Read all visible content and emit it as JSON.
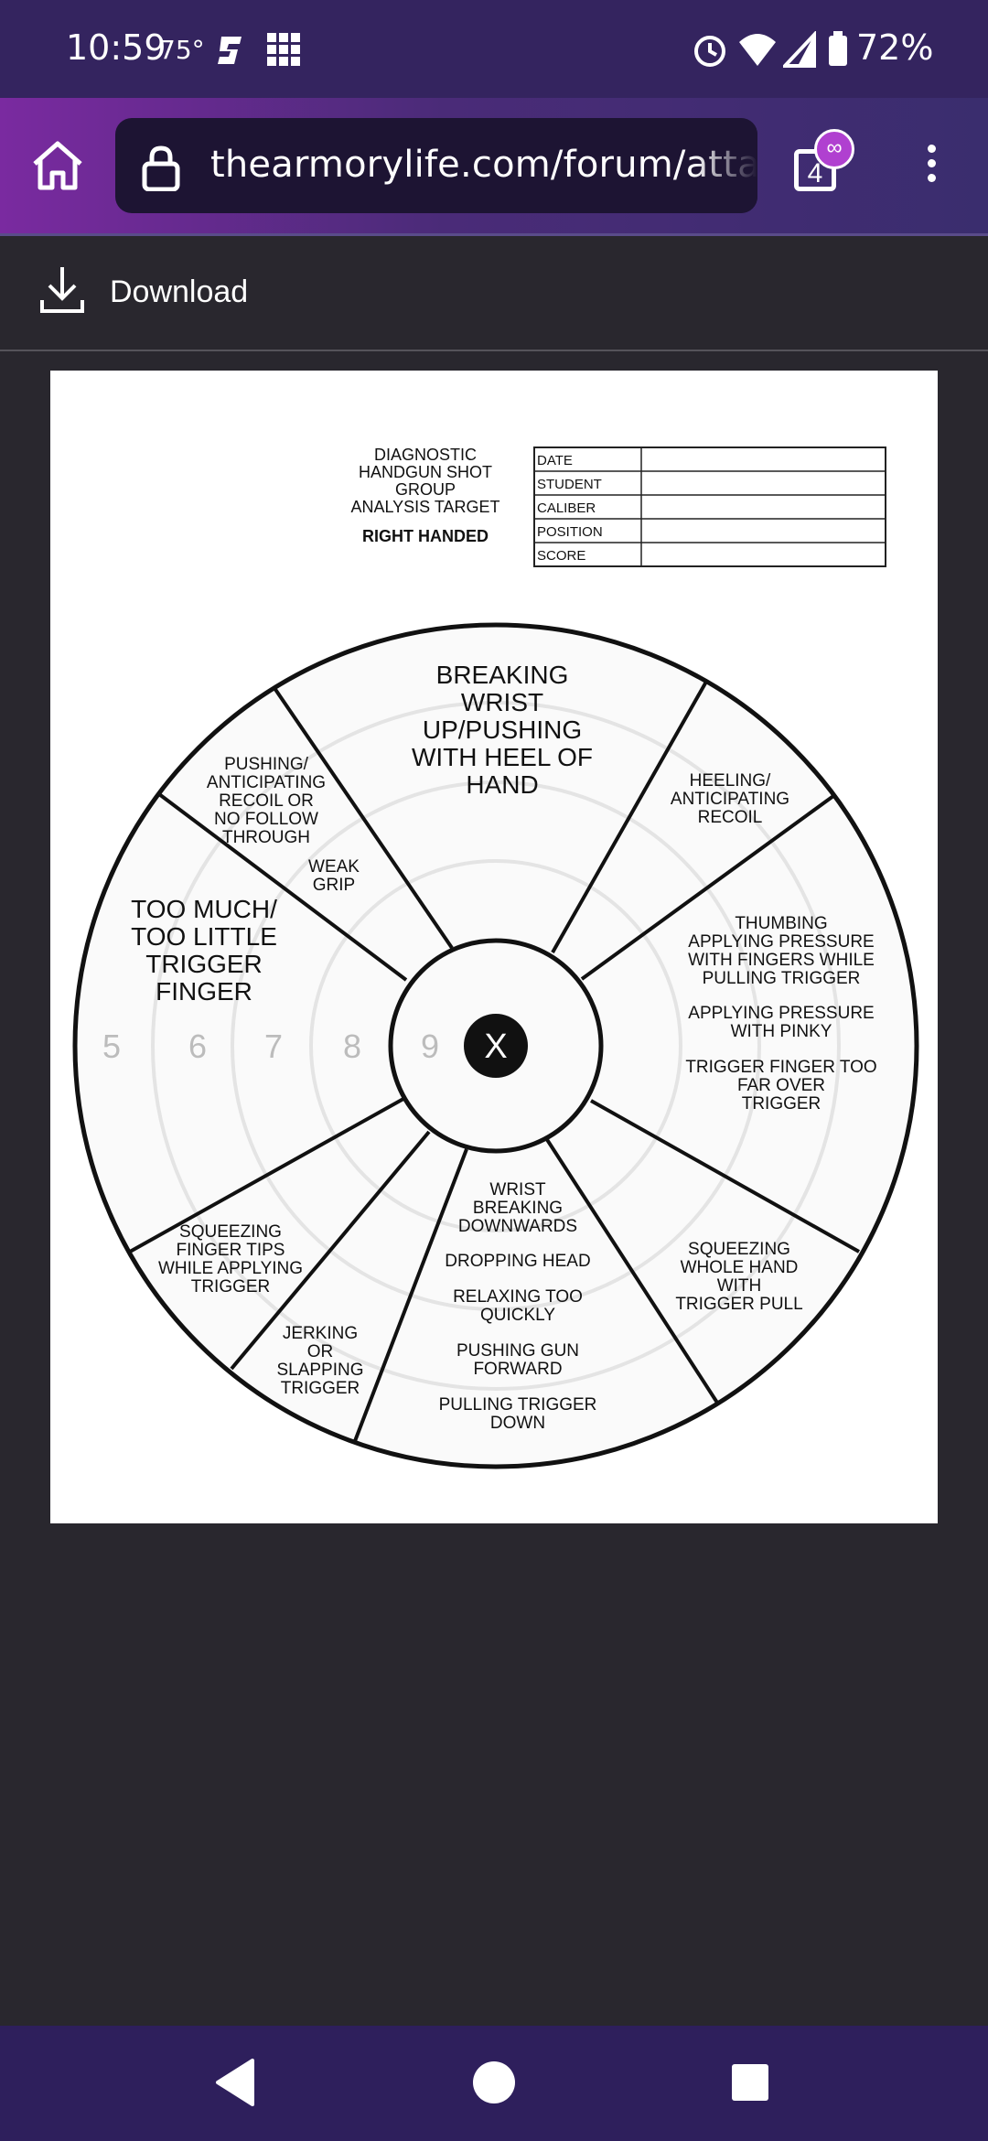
{
  "status_bar": {
    "time": "10:59",
    "temperature": "75°",
    "battery": "72%"
  },
  "browser": {
    "url": "thearmorylife.com/forum/attachments/diagnostic-handgun-shot",
    "tab_count": "4",
    "incognito_symbol": "∞"
  },
  "download_bar": {
    "label": "Download"
  },
  "target": {
    "header_title": [
      "DIAGNOSTIC",
      "HANDGUN SHOT",
      "GROUP",
      "ANALYSIS TARGET"
    ],
    "handedness": "RIGHT HANDED",
    "form_fields": [
      "DATE",
      "STUDENT",
      "CALIBER",
      "POSITION",
      "SCORE"
    ],
    "center_label": "X",
    "ring_numbers": [
      "5",
      "6",
      "7",
      "8",
      "9"
    ],
    "segments": {
      "top": [
        "BREAKING",
        "WRIST",
        "UP/PUSHING",
        "WITH HEEL OF",
        "HAND"
      ],
      "top_right": [
        "HEELING/",
        "ANTICIPATING",
        "RECOIL"
      ],
      "right": [
        "THUMBING",
        "APPLYING PRESSURE",
        "WITH FINGERS WHILE",
        "PULLING TRIGGER",
        "",
        "APPLYING PRESSURE",
        "WITH PINKY",
        "",
        "TRIGGER FINGER TOO",
        "FAR OVER",
        "TRIGGER"
      ],
      "bottom_right": [
        "SQUEEZING",
        "WHOLE HAND",
        "WITH",
        "TRIGGER PULL"
      ],
      "bottom": [
        "WRIST",
        "BREAKING",
        "DOWNWARDS",
        "",
        "DROPPING HEAD",
        "",
        "RELAXING TOO",
        "QUICKLY",
        "",
        "PUSHING GUN",
        "FORWARD",
        "",
        "PULLING TRIGGER",
        "DOWN"
      ],
      "bottom_left_inner": [
        "JERKING",
        "OR",
        "SLAPPING",
        "TRIGGER"
      ],
      "bottom_left": [
        "SQUEEZING",
        "FINGER TIPS",
        "WHILE APPLYING",
        "TRIGGER"
      ],
      "left": [
        "TOO MUCH/",
        "TOO LITTLE",
        "TRIGGER",
        "FINGER"
      ],
      "top_left_outer": [
        "PUSHING/",
        "ANTICIPATING",
        "RECOIL OR",
        "NO FOLLOW",
        "THROUGH"
      ],
      "top_left_inner": [
        "WEAK",
        "GRIP"
      ]
    }
  }
}
